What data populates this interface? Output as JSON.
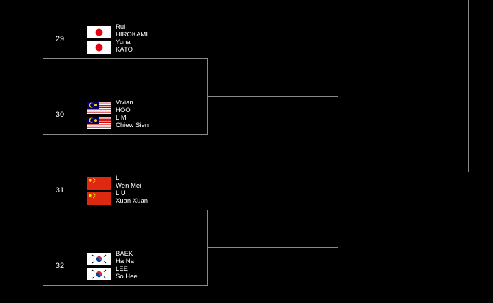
{
  "bracket": {
    "line_color": "#8a8a8a",
    "matches": [
      {
        "seed": "29",
        "players": [
          {
            "first": "Rui",
            "last": "HIROKAMI",
            "flag": "japan-flag-icon"
          },
          {
            "first": "Yuna",
            "last": "KATO",
            "flag": "japan-flag-icon"
          }
        ]
      },
      {
        "seed": "30",
        "players": [
          {
            "first": "Vivian",
            "last": "HOO",
            "flag": "malaysia-flag-icon"
          },
          {
            "first": "LIM",
            "last": "Chiew Sien",
            "flag": "malaysia-flag-icon"
          }
        ]
      },
      {
        "seed": "31",
        "players": [
          {
            "first": "LI",
            "last": "Wen Mei",
            "flag": "china-flag-icon"
          },
          {
            "first": "LIU",
            "last": "Xuan Xuan",
            "flag": "china-flag-icon"
          }
        ]
      },
      {
        "seed": "32",
        "players": [
          {
            "first": "BAEK",
            "last": "Ha Na",
            "flag": "south-korea-flag-icon"
          },
          {
            "first": "LEE",
            "last": "So Hee",
            "flag": "south-korea-flag-icon"
          }
        ]
      }
    ]
  }
}
